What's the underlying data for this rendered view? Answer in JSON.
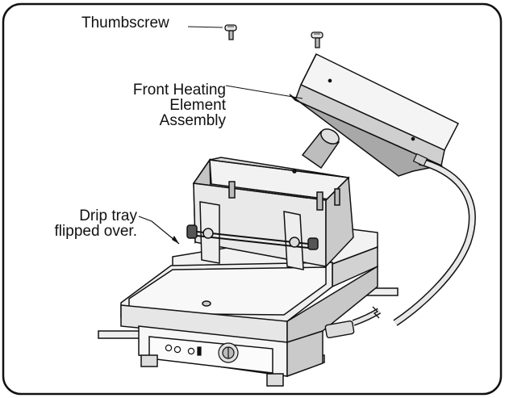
{
  "labels": {
    "thumbscrew": "Thumbscrew",
    "front_heating": [
      "Front Heating",
      "Element",
      "Assembly"
    ],
    "drip_tray": [
      "Drip tray",
      "flipped over."
    ]
  },
  "colors": {
    "line": "#111111",
    "fill_light": "#f2f2f2",
    "fill_mid": "#d8d8d8",
    "fill_dark": "#9a9a9a"
  }
}
